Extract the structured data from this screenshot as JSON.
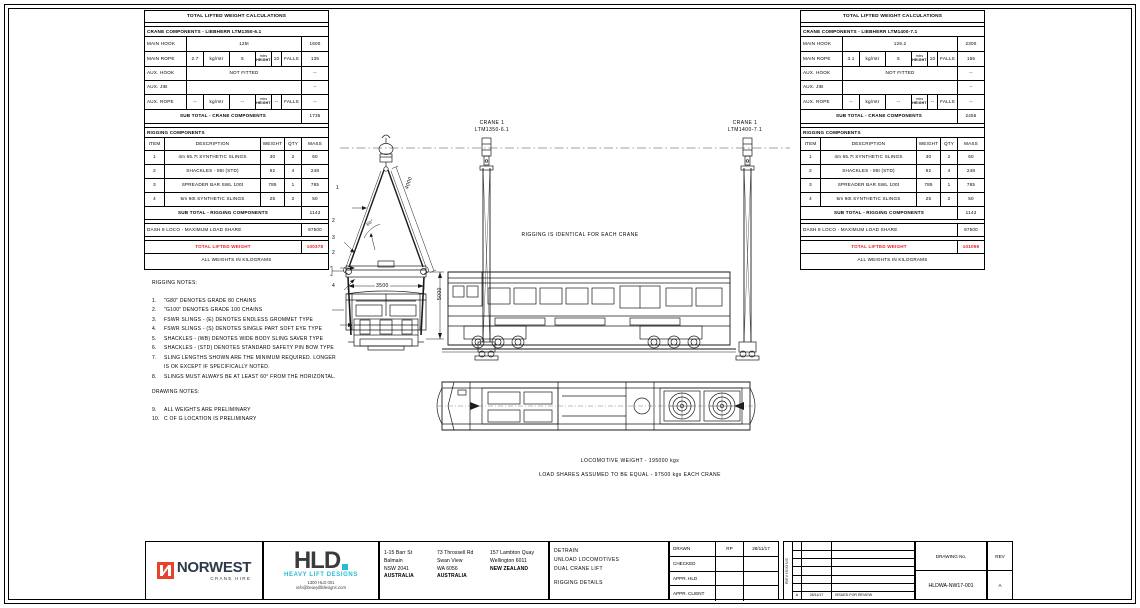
{
  "sheet": {
    "all_weights_note": "ALL WEIGHTS IN KILOGRAMS"
  },
  "left_table": {
    "title": "TOTAL LIFTED WEIGHT CALCULATIONS",
    "crane_components_header": "CRANE COMPONENTS - LIEBHERR LTM1350-6.1",
    "rows": [
      {
        "label": "MAIN HOOK",
        "value": "125t",
        "mass": "1600"
      },
      {
        "label": "MAIN ROPE",
        "a": "2.7",
        "unit": "kg/mtr",
        "b": "5",
        "c1": "mtrs",
        "c2": "HEIGHT",
        "d": "10",
        "e": "FALLS",
        "mass": "135"
      },
      {
        "label": "AUX. HOOK",
        "value": "NOT  FITTED",
        "mass": "--"
      },
      {
        "label": "AUX. JIB",
        "value": "",
        "mass": "--"
      },
      {
        "label": "AUX. ROPE",
        "a": "--",
        "unit": "kg/mtr",
        "b": "--",
        "c1": "mtrs",
        "c2": "HEIGHT",
        "d": "--",
        "e": "FALLS",
        "mass": "--"
      }
    ],
    "subtotal_label": "SUB TOTAL - CRANE COMPONENTS",
    "subtotal_value": "1735",
    "rigging_header": "RIGGING COMPONENTS",
    "rigging_cols": [
      "ITEM",
      "DESCRIPTION",
      "WEIGHT",
      "QTY",
      "MASS"
    ],
    "rigging_rows": [
      [
        "1",
        "4m 65.7t SYNTHETIC SLINGS",
        "30",
        "2",
        "60"
      ],
      [
        "2",
        "SHACKLES  -  85t  (STD)",
        "62",
        "4",
        "248"
      ],
      [
        "3",
        "SPREADER BAR SWL 100t",
        "785",
        "1",
        "785"
      ],
      [
        "4",
        "5m 60t SYNTHETIC SLINGS",
        "25",
        "2",
        "50"
      ]
    ],
    "rigging_subtotal_label": "SUB TOTAL - RIGGING COMPONENTS",
    "rigging_subtotal_value": "1143",
    "load_share_label": "DASH 8 LOCO - MAXIMUM LOAD SHARE",
    "load_share_value": "97500",
    "total_label": "TOTAL LIFTED WEIGHT",
    "total_value": "100378",
    "footer": "ALL WEIGHTS IN KILOGRAMS"
  },
  "right_table": {
    "title": "TOTAL LIFTED WEIGHT CALCULATIONS",
    "crane_components_header": "CRANE COMPONENTS - LIEBHERR LTM1400-7.1",
    "rows": [
      {
        "label": "MAIN HOOK",
        "value": "129.2",
        "mass": "2300"
      },
      {
        "label": "MAIN ROPE",
        "a": "3.1",
        "unit": "kg/mtr",
        "b": "5",
        "c1": "mtrs",
        "c2": "HEIGHT",
        "d": "10",
        "e": "FALLS",
        "mass": "155"
      },
      {
        "label": "AUX. HOOK",
        "value": "NOT  FITTED",
        "mass": "--"
      },
      {
        "label": "AUX. JIB",
        "value": "",
        "mass": "--"
      },
      {
        "label": "AUX. ROPE",
        "a": "--",
        "unit": "kg/mtr",
        "b": "--",
        "c1": "mtrs",
        "c2": "HEIGHT",
        "d": "--",
        "e": "FALLS",
        "mass": "--"
      }
    ],
    "subtotal_label": "SUB TOTAL - CRANE COMPONENTS",
    "subtotal_value": "2455",
    "rigging_header": "RIGGING COMPONENTS",
    "rigging_cols": [
      "ITEM",
      "DESCRIPTION",
      "WEIGHT",
      "QTY",
      "MASS"
    ],
    "rigging_rows": [
      [
        "1",
        "4m 65.7t SYNTHETIC SLINGS",
        "30",
        "2",
        "60"
      ],
      [
        "2",
        "SHACKLES  -  85t  (STD)",
        "62",
        "4",
        "248"
      ],
      [
        "3",
        "SPREADER BAR SWL 100t",
        "785",
        "1",
        "785"
      ],
      [
        "4",
        "5m 60t SYNTHETIC SLINGS",
        "25",
        "2",
        "50"
      ]
    ],
    "rigging_subtotal_label": "SUB TOTAL - RIGGING COMPONENTS",
    "rigging_subtotal_value": "1143",
    "load_share_label": "DASH 8 LOCO - MAXIMUM LOAD SHARE",
    "load_share_value": "97500",
    "total_label": "TOTAL LIFTED WEIGHT",
    "total_value": "101098",
    "footer": "ALL WEIGHTS IN KILOGRAMS"
  },
  "rigging_notes": {
    "header": "RIGGING NOTES:",
    "items": [
      {
        "n": "1.",
        "t": "\"G80\" DENOTES GRADE 80 CHAINS"
      },
      {
        "n": "2.",
        "t": "\"G100\" DENOTES GRADE 100 CHAINS"
      },
      {
        "n": "3.",
        "t": "FSWR SLINGS  -  (E) DENOTES ENDLESS GROMMET TYPE"
      },
      {
        "n": "4.",
        "t": "FSWR SLINGS  -  (S) DENOTES SINGLE PART SOFT EYE TYPE"
      },
      {
        "n": "5.",
        "t": "SHACKLES  -  (WB) DENOTES WIDE BODY SLING SAVER TYPE"
      },
      {
        "n": "6.",
        "t": "SHACKLES  -  (STD) DENOTES STANDARD SAFETY PIN BOW TYPE"
      },
      {
        "n": "7.",
        "t": "SLING LENGTHS SHOWN ARE THE MINIMUM REQUIRED. LONGER",
        "c": "IS OK EXCEPT IF SPECIFICALLY NOTED."
      },
      {
        "n": "8.",
        "t": "SLINGS MUST ALWAYS BE AT LEAST 60° FROM THE HORIZONTAL."
      }
    ]
  },
  "drawing_notes": {
    "header": "DRAWING NOTES:",
    "items": [
      {
        "n": "9.",
        "t": "ALL WEIGHTS ARE PRELIMINARY"
      },
      {
        "n": "10.",
        "t": "C OF G LOCATION IS PRELIMINARY"
      }
    ]
  },
  "drawing": {
    "crane_left": "CRANE 1\nLTM1350-6.1",
    "crane_right": "CRANE 1\nLTM1400-7.1",
    "rigging_identical": "RIGGING IS IDENTICAL FOR EACH CRANE",
    "loco_weight": "LOCOMOTIVE WEIGHT  -  195000 kgs",
    "load_shares": "LOAD SHARES ASSUMED TO BE EQUAL  -  97500 kgs EACH CRANE",
    "dim_sling": "4000",
    "dim_angle": "60°",
    "dim_spreader": "3500",
    "dim_height": "5000",
    "balloons": [
      "1",
      "2",
      "3",
      "2",
      "4"
    ]
  },
  "titleblock": {
    "norwest": {
      "name": "NORWEST",
      "tag": "CRANE HIRE"
    },
    "hld": {
      "mark": "HLD",
      "dot": ".",
      "tag": "HEAVY LIFT DESIGNS",
      "phone": "1300 HLD 001",
      "email": "info@heavyliftdesigns.com"
    },
    "addresses": [
      {
        "l1": "1-15 Barr St",
        "l2": "Balmain",
        "l3": "NSW 2041",
        "l4": "AUSTRALIA"
      },
      {
        "l1": "73 Throssell Rd",
        "l2": "Swan View",
        "l3": "WA 6056",
        "l4": "AUSTRALIA"
      },
      {
        "l1": "157 Lambton Quay",
        "l2": "Wellington 6011",
        "l3": "NEW ZEALAND",
        "l4": ""
      }
    ],
    "description": {
      "l1": "DETRAIN",
      "l2": "UNLOAD  LOCOMOTIVES",
      "l3": "DUAL  CRANE  LIFT",
      "l4": "RIGGING  DETAILS"
    },
    "approvals": [
      {
        "label": "DRAWN",
        "by": "RP",
        "date": "28/11/17"
      },
      {
        "label": "CHECKED",
        "by": "",
        "date": ""
      },
      {
        "label": "APPR. HLD",
        "by": "",
        "date": ""
      },
      {
        "label": "APPR. CLIENT",
        "by": "",
        "date": ""
      }
    ],
    "revisions_label": "REVISIONS",
    "revision_rows": [
      {
        "rev": "A",
        "date": "28/11/17",
        "desc": "ISSUED FOR REVIEW"
      }
    ],
    "drawing_no_label": "DRAWING No.",
    "rev_label": "REV",
    "drawing_no": "HLDWA-NW17-001",
    "rev": "A"
  }
}
